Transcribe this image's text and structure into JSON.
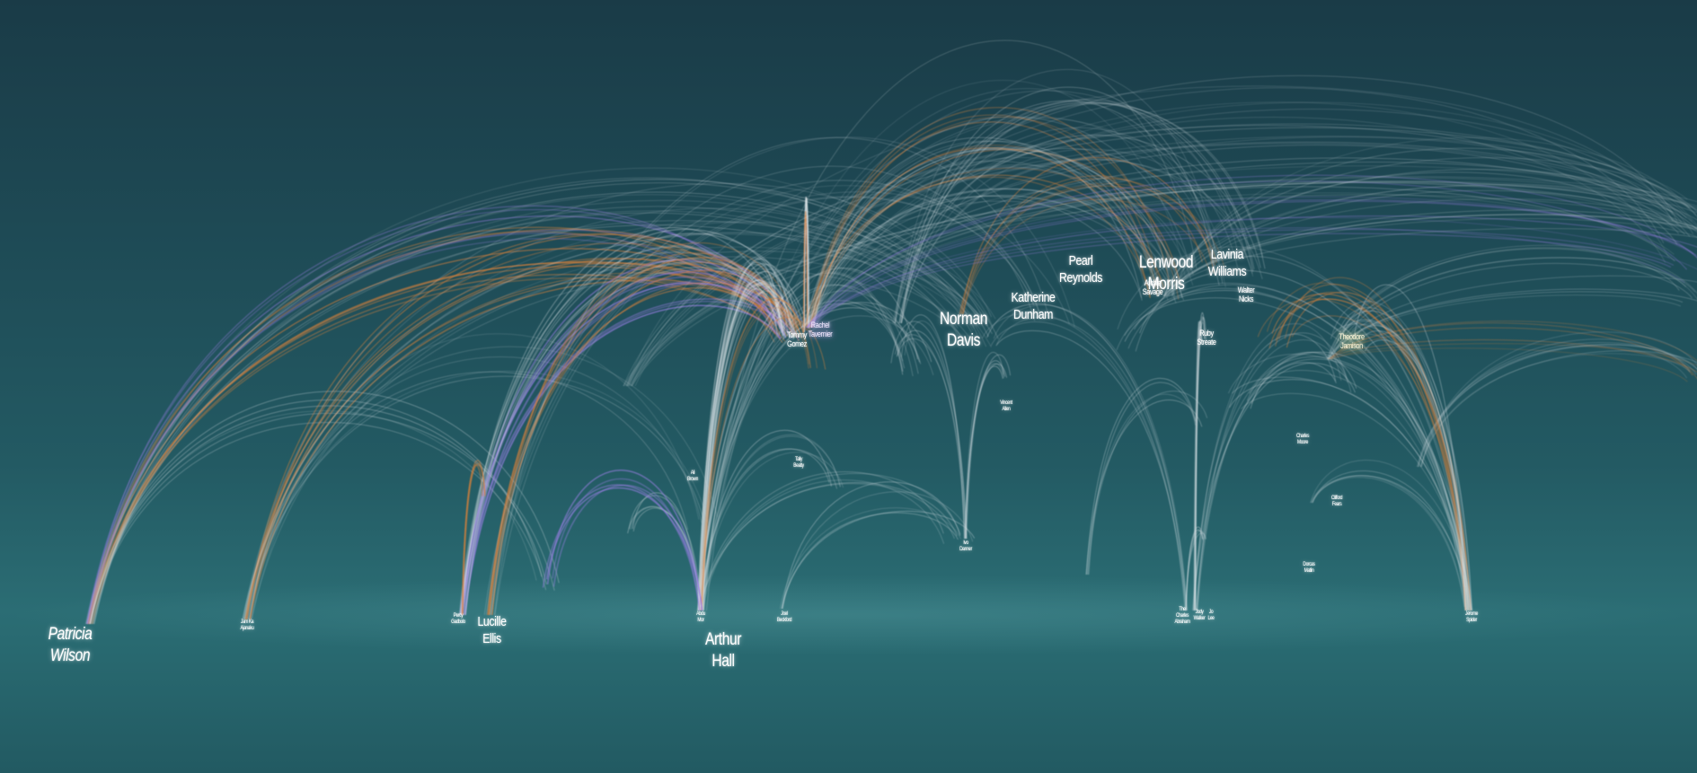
{
  "colors": {
    "arc_white": "#dfe6ea",
    "arc_orange": "#d7813c",
    "arc_purple": "#9b7fe6",
    "label": "#ffffff"
  },
  "nodes": {
    "patricia_wilson": "Patricia\nWilson",
    "jam_ajanaku": "Jam Ka\nAjanaku",
    "percy_gadbolo": "Percy\nGadbolo",
    "lucille_ellis": "Lucille\nEllis",
    "arthur_hall": "Arthur\nHall",
    "tommy_gomez": "Tommy\nGomez",
    "rachel_tavernier": "Rachel\nTavernier",
    "norman_davis": "Norman\nDavis",
    "katherine_dunham": "Katherine\nDunham",
    "pearl_reynolds": "Pearl\nReynolds",
    "lenwood_morris": "Lenwood\nMorris",
    "archie_savage": "Archie\nSavage",
    "lavinia_williams": "Lavinia\nWilliams",
    "walter_nicks": "Walter\nNicks",
    "ruby_streate": "Ruby\nStreate",
    "theodore_jamison": "Theodore\nJamison",
    "vincent_allen": "Vincent\nAllen",
    "tally_beatty": "Tally\nBeatty",
    "charles_moore": "Charles\nMoore",
    "clifford_fears": "Clifford\nFears",
    "small_node_640": "Ali\nBrown",
    "small_node_890": "Ivo\nDanner",
    "small_node_1210": "Dorcas\nMatlin",
    "small_node_650": "Abdu\nMor",
    "small_node_725": "Joel\nBeckford",
    "small_node_1092": "The\nCharles\nAbraham",
    "small_node_1108": "Jody\nWalker",
    "small_node_1118": "Jo\nLee",
    "small_node_1360": "Jerome\nSpider"
  }
}
